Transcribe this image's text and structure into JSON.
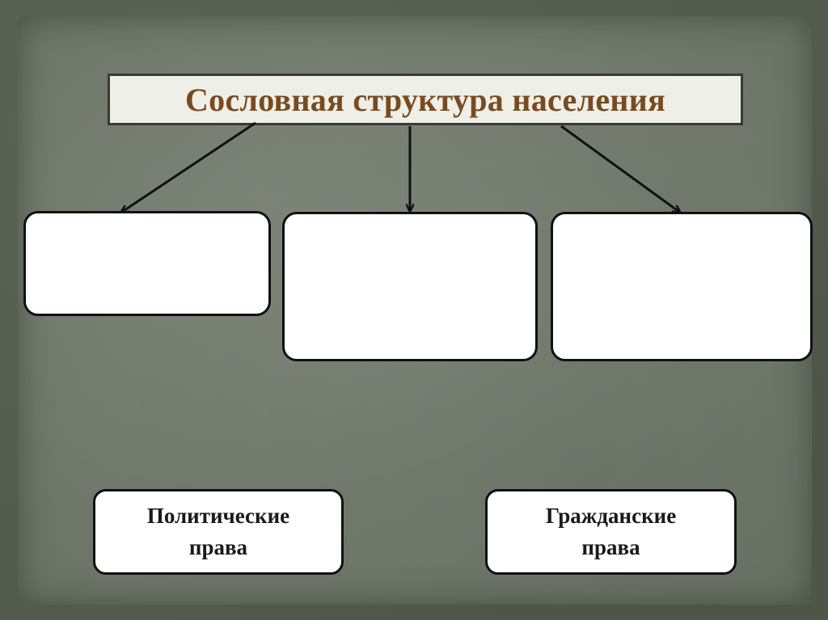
{
  "diagram": {
    "title": "Сословная структура населения",
    "categories": [
      {
        "id": "left",
        "label": ""
      },
      {
        "id": "center",
        "label": ""
      },
      {
        "id": "right",
        "label": ""
      }
    ],
    "rights": {
      "political": "Политические\nправа",
      "civil": "Гражданские\nправа"
    }
  },
  "colors": {
    "title_text": "#7a4a1e",
    "background": "#717a6d",
    "box_fill": "#ffffff",
    "box_border": "#111111"
  }
}
